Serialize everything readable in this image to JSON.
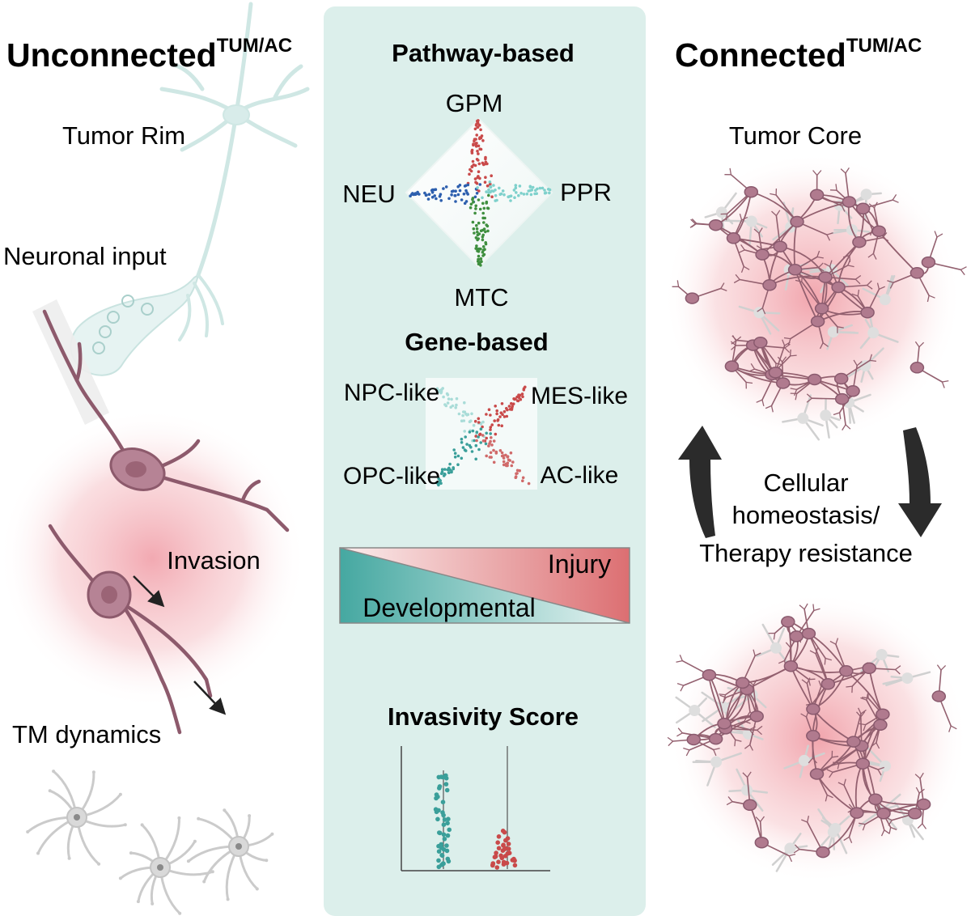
{
  "left": {
    "title": "Unconnected",
    "title_sup": "TUM/AC",
    "tumor_rim": "Tumor Rim",
    "neuronal_input": "Neuronal input",
    "invasion": "Invasion",
    "tm_dynamics": "TM dynamics"
  },
  "center": {
    "pathway_title": "Pathway-based",
    "pathway_axes": {
      "top": "GPM",
      "left": "NEU",
      "right": "PPR",
      "bottom": "MTC"
    },
    "gene_title": "Gene-based",
    "gene_labels": {
      "top_left": "NPC-like",
      "top_right": "MES-like",
      "bottom_left": "OPC-like",
      "bottom_right": "AC-like"
    },
    "gradient_labels": {
      "top": "Injury",
      "bottom": "Developmental"
    },
    "invasivity_title": "Invasivity Score"
  },
  "right": {
    "title": "Connected",
    "title_sup": "TUM/AC",
    "tumor_core": "Tumor Core",
    "cycle_lines": [
      "Cellular",
      "homeostasis/",
      "Therapy resistance"
    ]
  },
  "colors": {
    "panel_bg": "#dcefeb",
    "teal": "#3a9f9a",
    "red": "#c94a4a",
    "blue": "#2d5fae",
    "green": "#3f8f3f",
    "light_teal": "#7fd1cc",
    "cell": "#b07a8e",
    "cell_stroke": "#8a5a6e",
    "neuron_ghost": "#cfe6e4",
    "astro": "#cfcfcf",
    "arrow": "#2b2b2b"
  }
}
